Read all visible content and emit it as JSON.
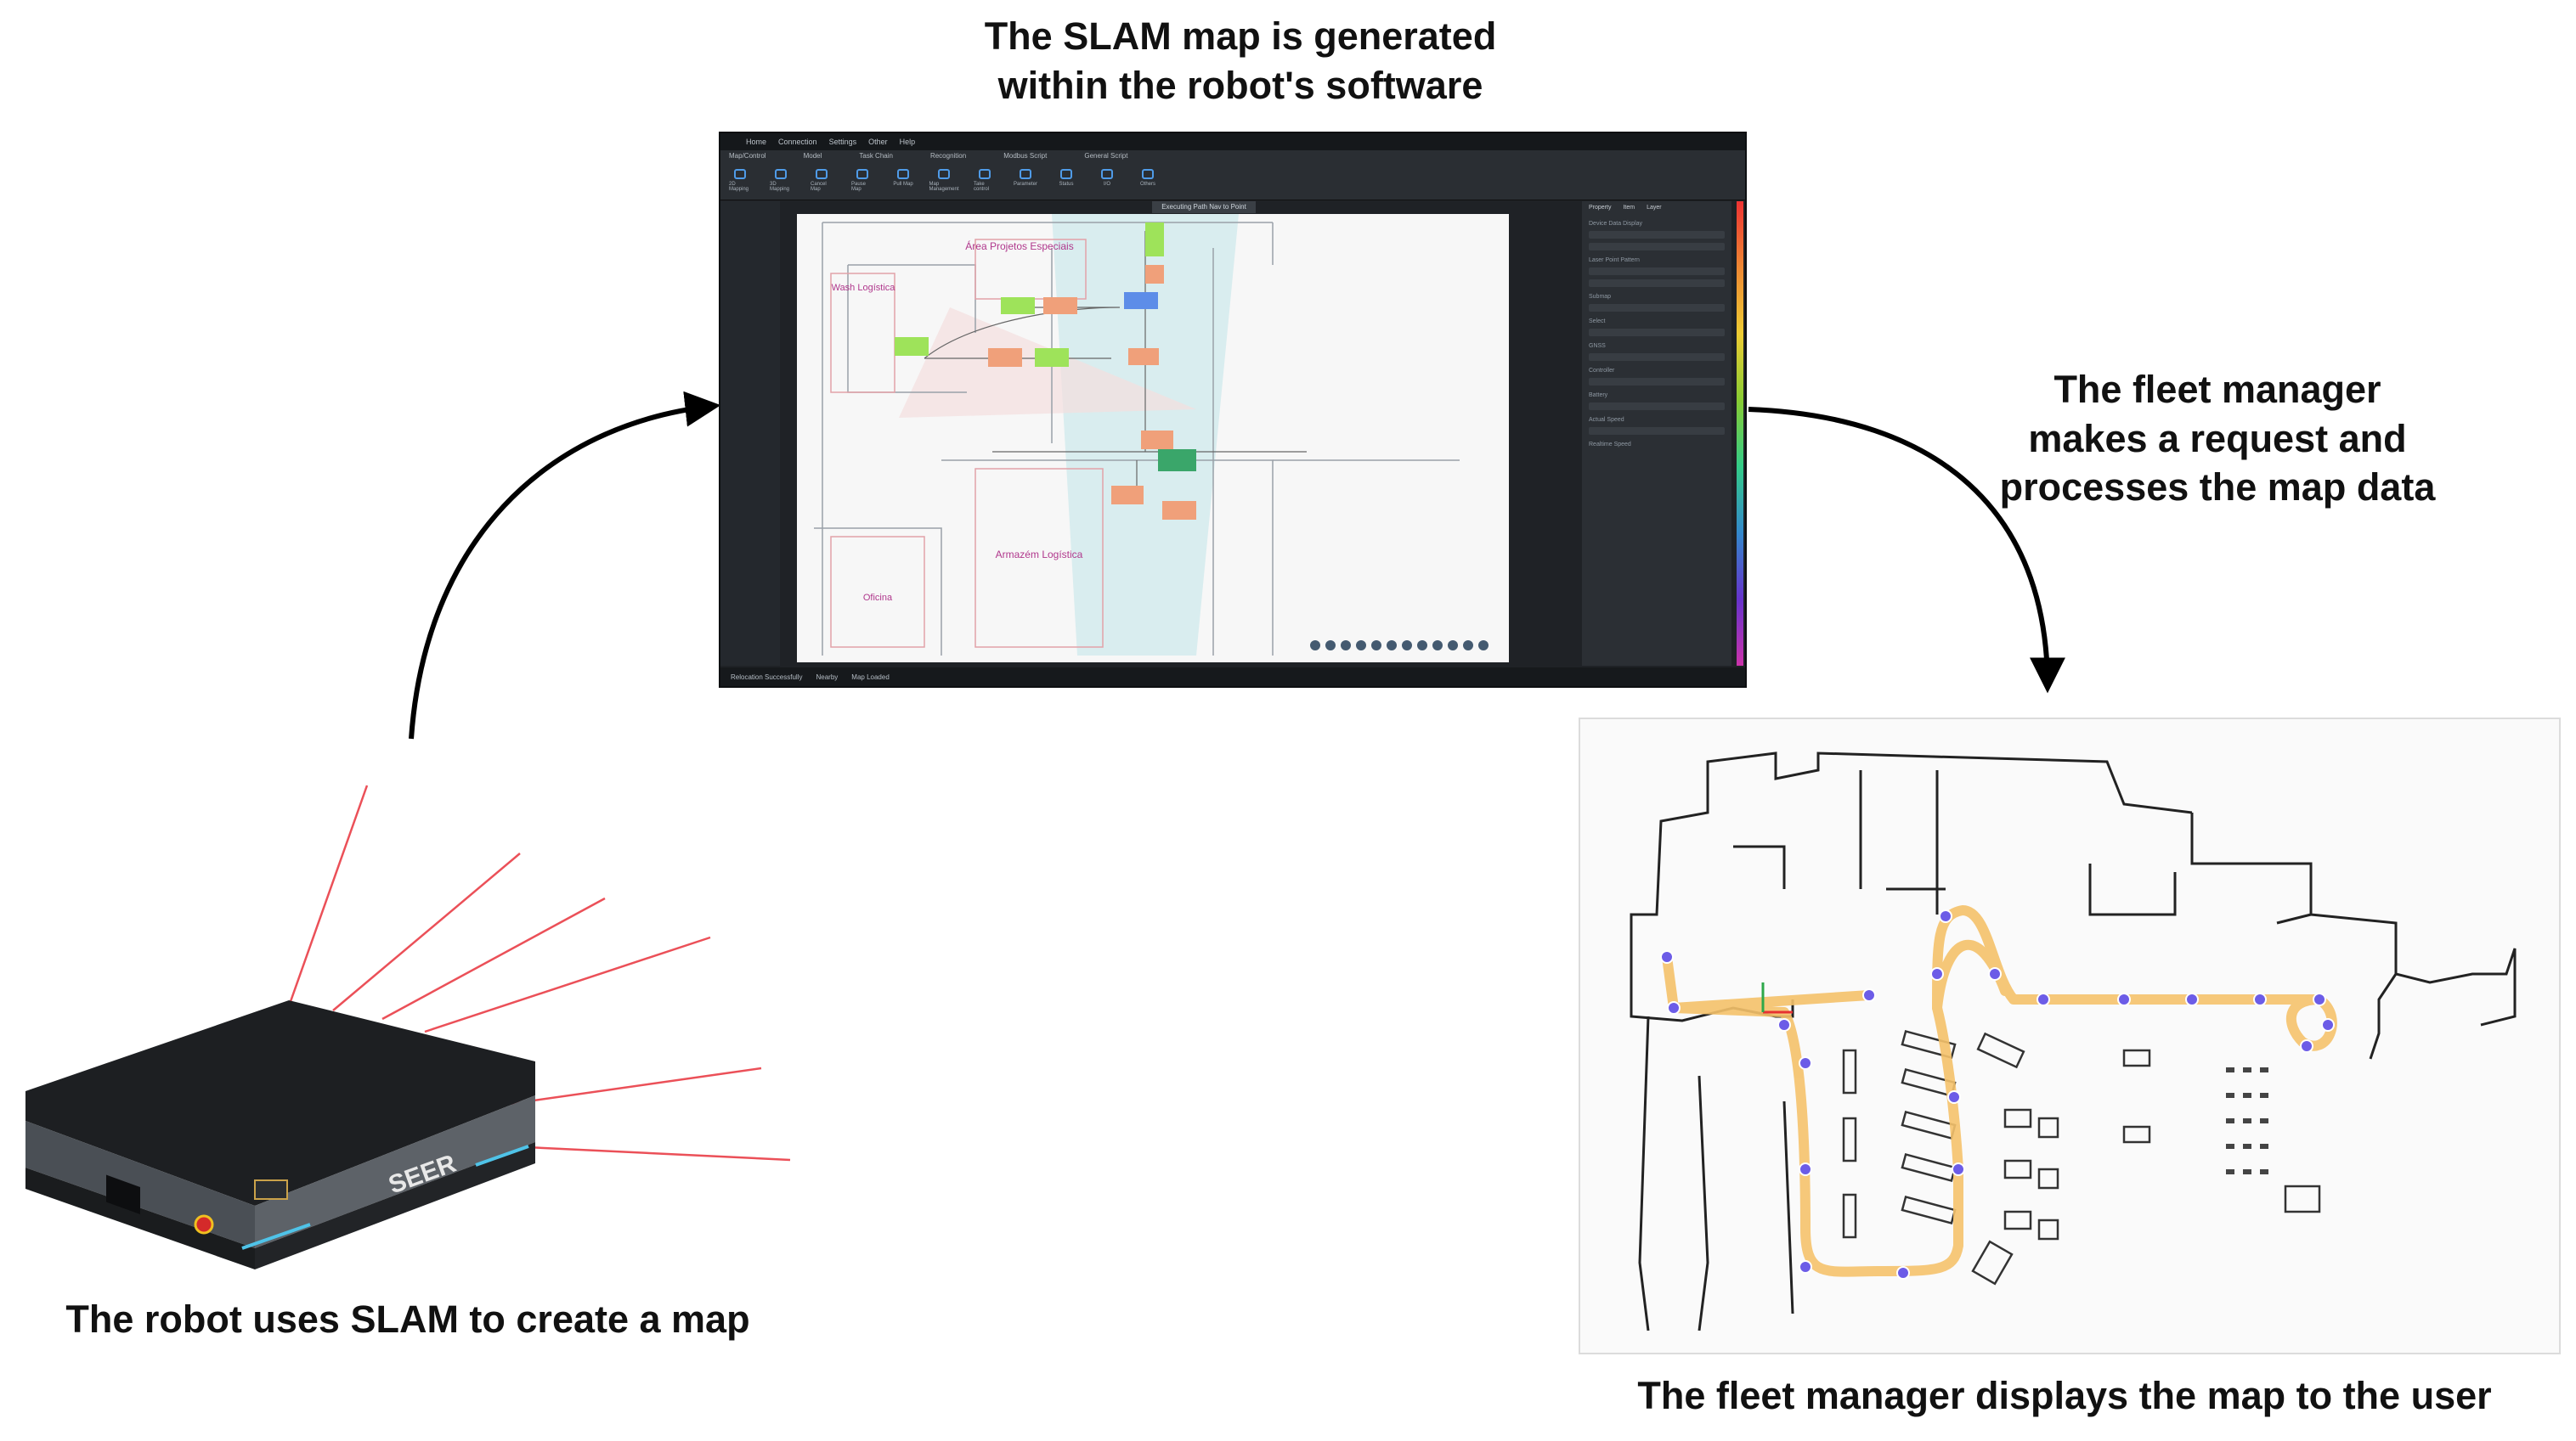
{
  "captions": {
    "slam_line1": "The SLAM map is generated",
    "slam_line2": "within the robot's software",
    "fleet_line1": "The fleet manager",
    "fleet_line2": "makes a request and",
    "fleet_line3": "processes the map data",
    "robot": "The robot uses SLAM to create a map",
    "display": "The fleet manager displays the map to the user"
  },
  "robot": {
    "brand": "SEER",
    "laser_color": "#e8323c"
  },
  "software": {
    "menu": [
      "Home",
      "Connection",
      "Settings",
      "Other",
      "Help"
    ],
    "toolbar_groups": [
      "Map/Control",
      "Model",
      "Task Chain",
      "Recognition",
      "Modbus Script",
      "General Script"
    ],
    "toolbar_buttons": [
      "2D Mapping",
      "3D Mapping",
      "Cancel Map",
      "Pause Map",
      "Pull Map",
      "Map Management",
      "Take control",
      "Parameter",
      "Status",
      "I/O",
      "Others"
    ],
    "banner": "Executing Path Nav to Point",
    "map_labels": [
      "Área Projetos Especiais",
      "Wash Logística",
      "Armazém Logística",
      "Oficina"
    ],
    "right_panel_tabs": [
      "Property",
      "Item",
      "Layer"
    ],
    "right_panel_sections": [
      "Device Data Display",
      "Laser Point Pattern",
      "Submap",
      "Select",
      "GNSS",
      "Controller",
      "Battery",
      "Actual Speed",
      "Realtime Speed"
    ],
    "status": [
      "Relocation Successfully",
      "Nearby",
      "Map Loaded"
    ],
    "accent": "#4f9be8"
  },
  "fleet": {
    "route_color": "#f5c26b",
    "node_color": "#6c5ce7"
  }
}
